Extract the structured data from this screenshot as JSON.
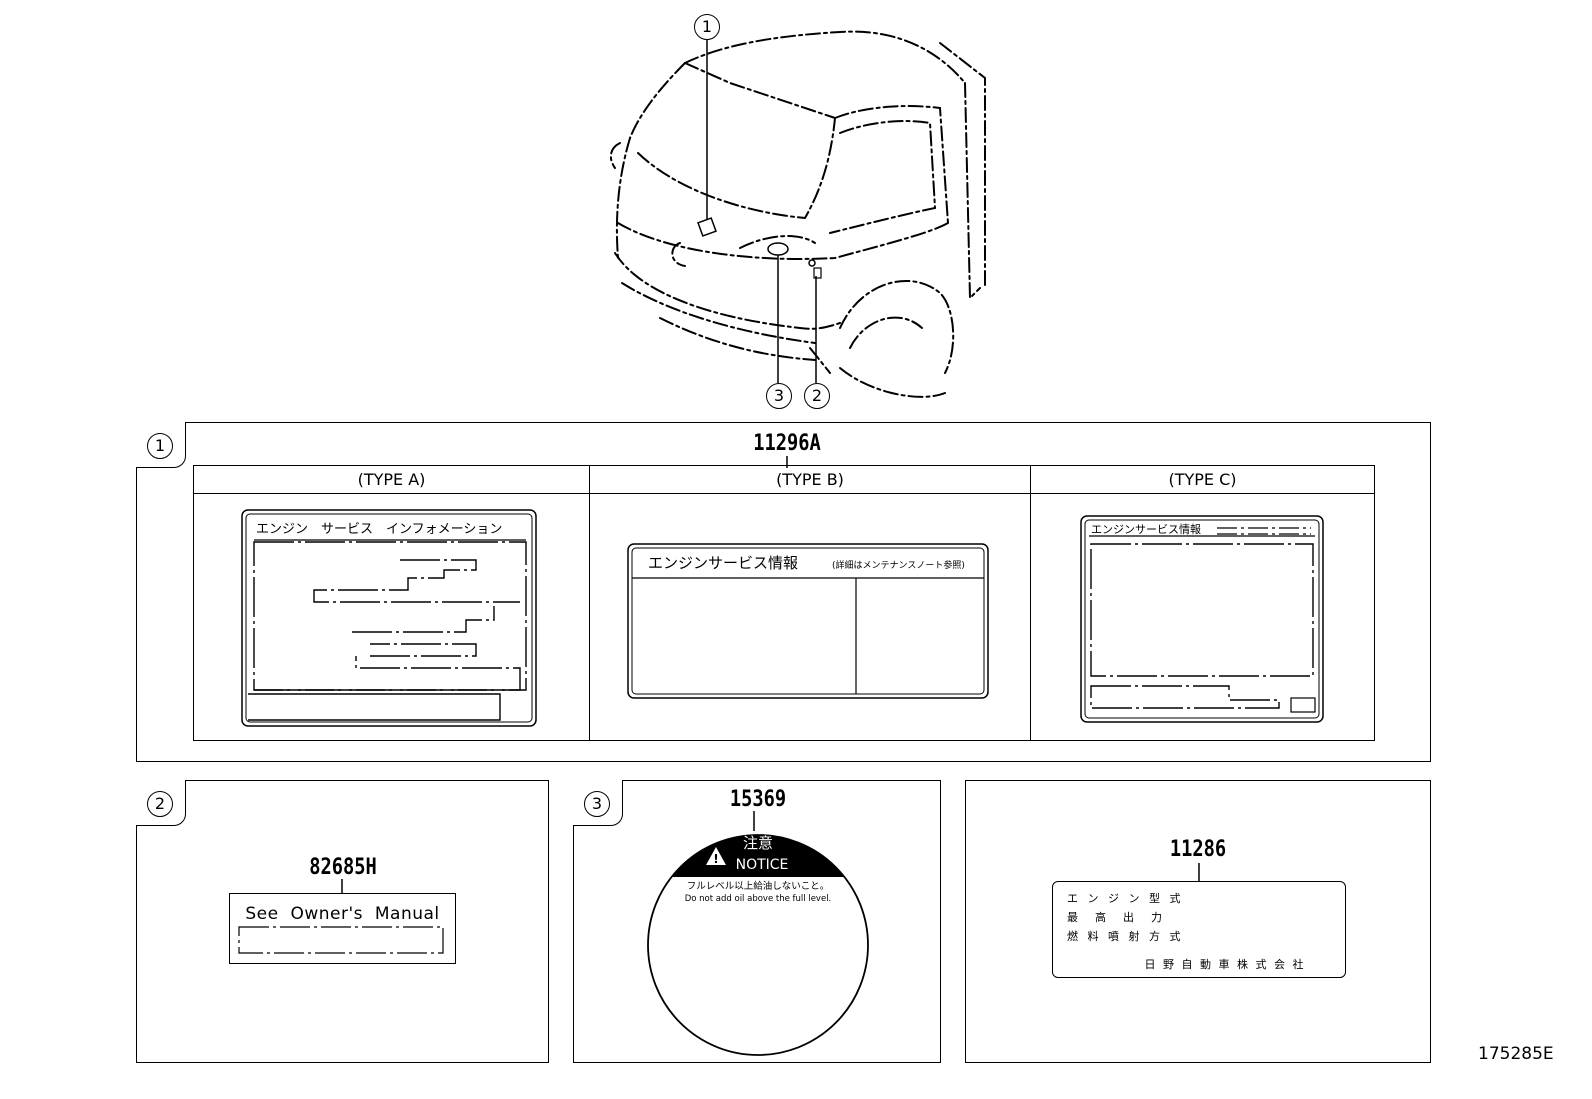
{
  "truck": {
    "callout_1": "1",
    "callout_2": "2",
    "callout_3": "3"
  },
  "panel_1": {
    "index": "1",
    "part_number": "11296A",
    "type_a": {
      "header": "(TYPE A)",
      "label_title": "エンジン　サービス　インフォメーション"
    },
    "type_b": {
      "header": "(TYPE B)",
      "label_title": "エンジンサービス情報",
      "label_subtitle": "(詳細はメンテナンスノート参照)"
    },
    "type_c": {
      "header": "(TYPE C)",
      "label_title": "エンジンサービス情報"
    }
  },
  "panel_2": {
    "index": "2",
    "part_number": "82685H",
    "label_text": "See Owner's Manual"
  },
  "panel_3": {
    "index": "3",
    "part_number": "15369",
    "caution_jp": "注意",
    "caution_en": "NOTICE",
    "line_jp": "フルレベル以上給油しないこと。",
    "line_en": "Do not add oil above the full level."
  },
  "panel_4": {
    "part_number": "11286",
    "rows": [
      "エ ン ジ ン 型 式",
      "最　高　出　力",
      "燃 料 噴 射 方 式"
    ],
    "maker": "日 野 自 動 車 株 式 会 社"
  },
  "figure_id": "175285E"
}
